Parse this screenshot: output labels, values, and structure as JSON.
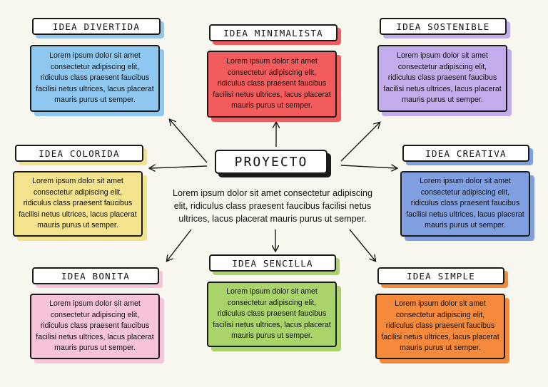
{
  "center": {
    "title": "PROYECTO",
    "text": "Lorem ipsum dolor sit amet consectetur adipiscing elit, ridiculus class praesent faucibus facilisi netus ultrices, lacus placerat mauris purus ut semper."
  },
  "ideas": [
    {
      "id": "divertida",
      "title": "IDEA DIVERTIDA",
      "text": "Lorem ipsum dolor sit amet consectetur adipiscing elit, ridiculus class praesent faucibus facilisi netus ultrices, lacus placerat mauris purus ut semper.",
      "color": "#8ec8f0",
      "accent": "#8ec8f0"
    },
    {
      "id": "minimalista",
      "title": "IDEA MINIMALISTA",
      "text": "Lorem ipsum dolor sit amet consectetur adipiscing elit, ridiculus class praesent faucibus facilisi netus ultrices, lacus placerat mauris purus ut semper.",
      "color": "#f25c5c",
      "accent": "#f25c5c"
    },
    {
      "id": "sostenible",
      "title": "IDEA SOSTENIBLE",
      "text": "Lorem ipsum dolor sit amet consectetur adipiscing elit, ridiculus class praesent faucibus facilisi netus ultrices, lacus placerat mauris purus ut semper.",
      "color": "#c3aceb",
      "accent": "#c3aceb"
    },
    {
      "id": "colorida",
      "title": "IDEA COLORIDA",
      "text": "Lorem ipsum dolor sit amet consectetur adipiscing elit, ridiculus class praesent faucibus facilisi netus ultrices, lacus placerat mauris purus ut semper.",
      "color": "#f3e38d",
      "accent": "#f3e38d"
    },
    {
      "id": "creativa",
      "title": "IDEA CREATIVA",
      "text": "Lorem ipsum dolor sit amet consectetur adipiscing elit, ridiculus class praesent faucibus facilisi netus ultrices, lacus placerat mauris purus ut semper.",
      "color": "#7f9fe0",
      "accent": "#7f9fe0"
    },
    {
      "id": "bonita",
      "title": "IDEA BONITA",
      "text": "Lorem ipsum dolor sit amet consectetur adipiscing elit, ridiculus class praesent faucibus facilisi netus ultrices, lacus placerat mauris purus ut semper.",
      "color": "#f7c3da",
      "accent": "#f7c3da"
    },
    {
      "id": "sencilla",
      "title": "IDEA SENCILLA",
      "text": "Lorem ipsum dolor sit amet consectetur adipiscing elit, ridiculus class praesent faucibus facilisi netus ultrices, lacus placerat mauris purus ut semper.",
      "color": "#a9d46a",
      "accent": "#a9d46a"
    },
    {
      "id": "simple",
      "title": "IDEA SIMPLE",
      "text": "Lorem ipsum dolor sit amet consectetur adipiscing elit, ridiculus class praesent faucibus facilisi netus ultrices, lacus placerat mauris purus ut semper.",
      "color": "#f58a3c",
      "accent": "#f58a3c"
    }
  ]
}
